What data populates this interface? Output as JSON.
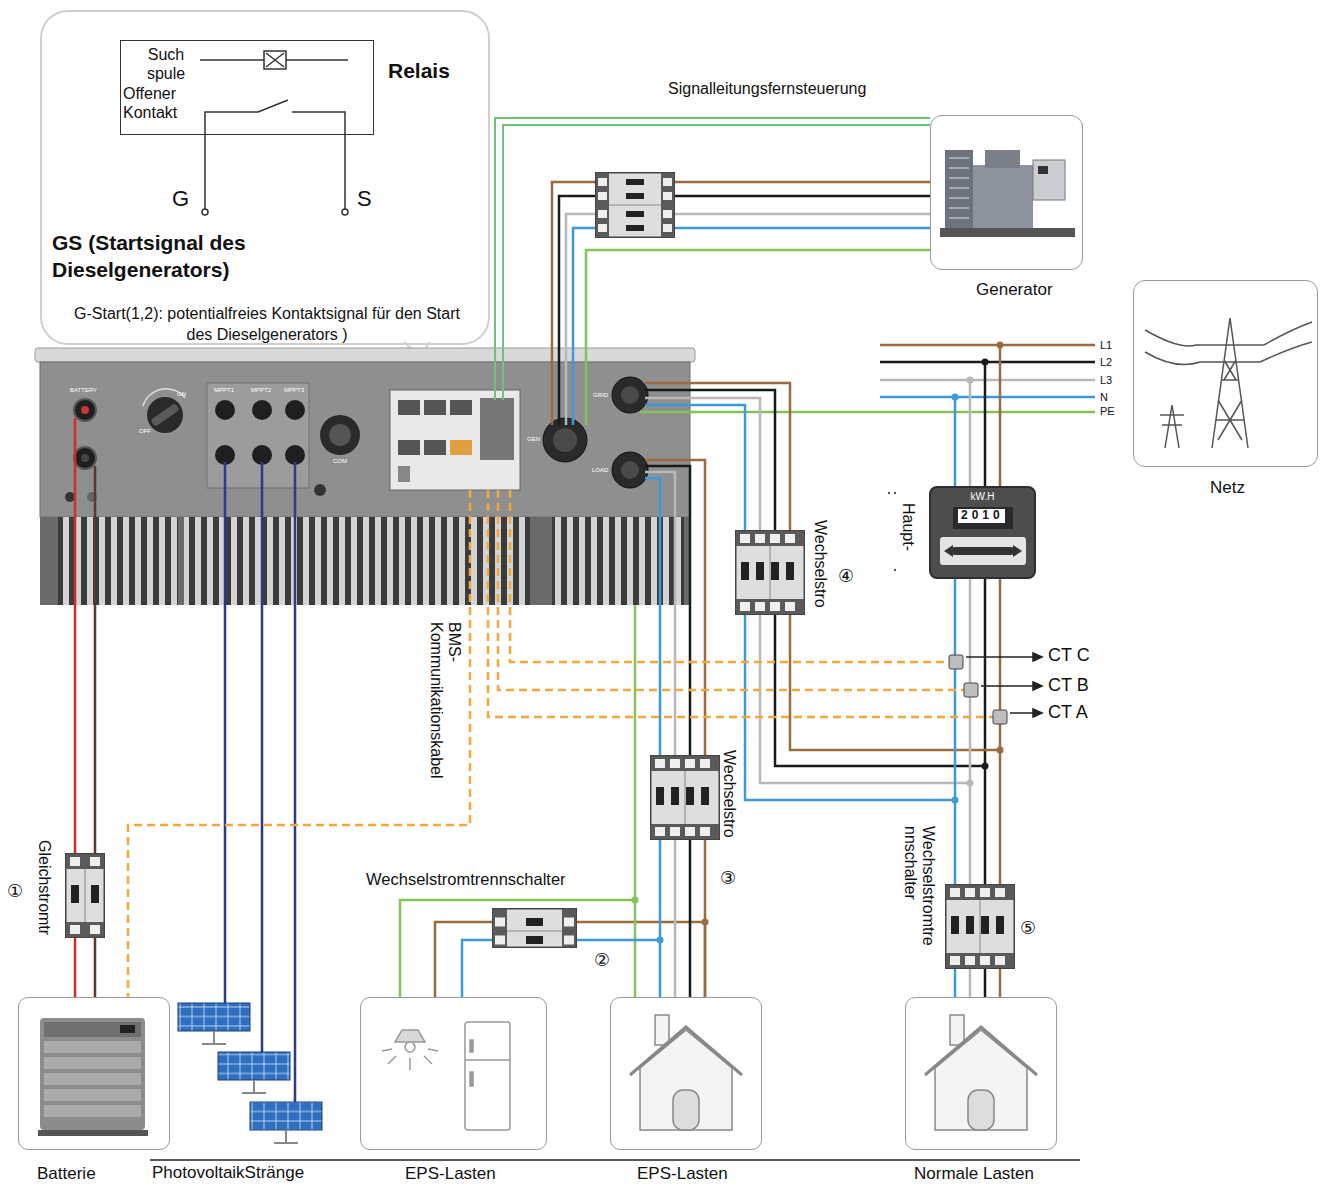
{
  "diagram": {
    "nodes": [
      {
        "text": [
          "GS (Startsignal des Dieselgenerators)",
          "G-Start(1,2): potentialfreies Kontaktsignal für den Start des Dieselgenerators )"
        ]
      },
      {
        "text": [
          "Relais",
          "Such spule",
          "Offener Kontakt"
        ],
        "in": 0
      },
      {
        "text": [
          "Generator"
        ]
      },
      {
        "text": [
          "Netz"
        ]
      },
      {
        "text": [
          "kW.H",
          "2010"
        ]
      },
      {
        "text": [
          "Batterie"
        ]
      },
      {
        "text": [
          "EPS-Lasten"
        ]
      },
      {
        "text": [
          "EPS-Lasten"
        ]
      },
      {
        "text": [
          "Normale Lasten"
        ]
      }
    ],
    "edges": [
      {
        "from": 6,
        "to": 7,
        "arrow": "none"
      },
      {
        "from": 4,
        "to": 8,
        "arrow": "none"
      }
    ],
    "labels": [
      "Signalleitungsfernsteuerung",
      "G",
      "S",
      "L1",
      "L2",
      "L3",
      "N",
      "PE",
      "BATTERY",
      "OFF",
      "ON",
      "MPPT1",
      "MPPT2",
      "MPPT3",
      "COM",
      "GEN",
      "GRID",
      "LOAD",
      "Haupt-",
      "Wechselstro",
      "④",
      "CT C",
      "CT B",
      "CT A",
      "BMS- Kommunikationskabel",
      "Wechselstro",
      "③",
      "Wechselstromtrennschalter",
      "②",
      "Wechselstromtre nnschalter",
      "⑤",
      "Gleichstromtr",
      "①",
      "PhotovoltaikStränge"
    ]
  }
}
